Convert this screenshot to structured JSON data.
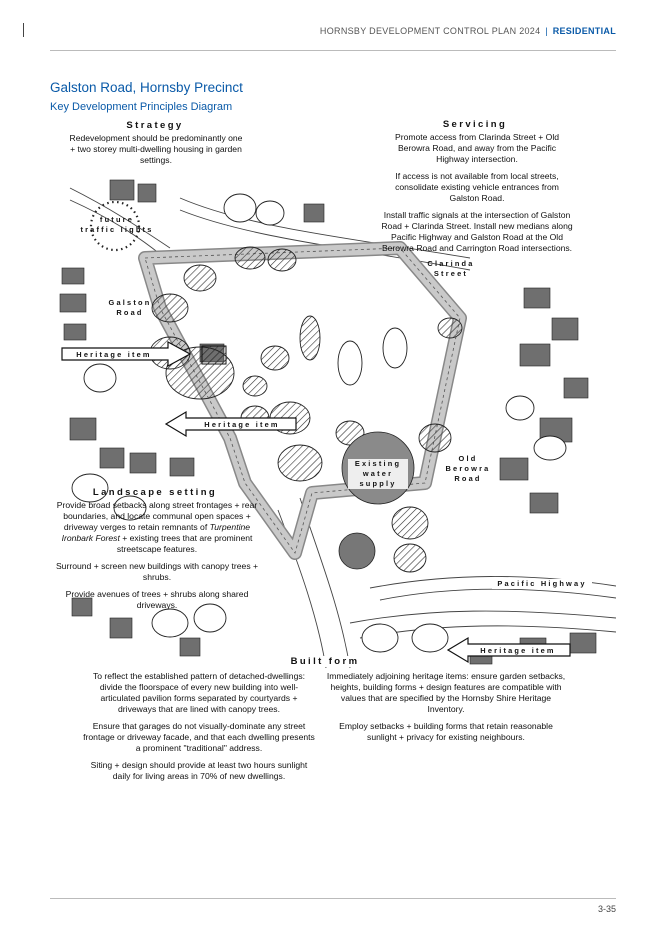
{
  "header": {
    "plan": "HORNSBY DEVELOPMENT CONTROL PLAN 2024",
    "separator": "|",
    "section": "RESIDENTIAL"
  },
  "page": {
    "title": "Galston Road, Hornsby Precinct",
    "subtitle": "Key Development Principles Diagram",
    "number": "3-35"
  },
  "diagram": {
    "strategy": {
      "heading": "Strategy",
      "text": "Redevelopment should be predominantly one + two storey multi-dwelling housing in garden settings."
    },
    "servicing": {
      "heading": "Servicing",
      "paragraphs": [
        "Promote access from Clarinda Street + Old Berowra Road, and away from the Pacific Highway intersection.",
        "If access is not available from local streets, consolidate existing vehicle entrances from Galston Road.",
        "Install traffic signals at the intersection of Galston Road + Clarinda Street. Install new medians along Pacific Highway and Galston Road at the Old Berowra Road and Carrington Road intersections."
      ]
    },
    "landscape": {
      "heading": "Landscape setting",
      "p1_before": "Provide broad setbacks along street frontages + rear boundaries, and locate communal open spaces + driveway verges to retain remnants of ",
      "p1_italic": "Turpentine Ironbark Forest",
      "p1_after": " + existing trees that are prominent streetscape features.",
      "p2": "Surround + screen new buildings with canopy trees + shrubs.",
      "p3": "Provide avenues of trees + shrubs along shared driveways."
    },
    "built_form": {
      "heading": "Built form",
      "left": [
        "To reflect the established pattern of detached-dwellings: divide the floorspace of every new building into well-articulated pavilion forms separated by courtyards + driveways that are lined with canopy trees.",
        "Ensure that garages do not visually-dominate any street frontage or driveway facade, and that each dwelling presents a prominent \"traditional\" address.",
        "Siting + design should provide at least two hours sunlight daily for living areas in 70% of new dwellings."
      ],
      "right": [
        "Immediately adjoining heritage items: ensure garden setbacks, heights, building forms + design features are compatible with values that are specified by the Hornsby Shire Heritage Inventory.",
        "Employ setbacks + building forms that retain reasonable sunlight + privacy for existing neighbours."
      ]
    },
    "map_labels": {
      "future_traffic_lights_1": "future",
      "future_traffic_lights_2": "traffic lights",
      "galston_road_1": "Galston",
      "galston_road_2": "Road",
      "clarinda_street_1": "Clarinda",
      "clarinda_street_2": "Street",
      "old_berowra_road_1": "Old",
      "old_berowra_road_2": "Berowra",
      "old_berowra_road_3": "Road",
      "pacific_highway": "Pacific Highway",
      "existing_water_supply_1": "Existing",
      "existing_water_supply_2": "water",
      "existing_water_supply_3": "supply",
      "heritage_item": "Heritage item"
    },
    "colors": {
      "accent": "#0a5aa8",
      "building": "#6f6f6f",
      "road": "#c9c9c9",
      "outline": "#222222"
    }
  }
}
